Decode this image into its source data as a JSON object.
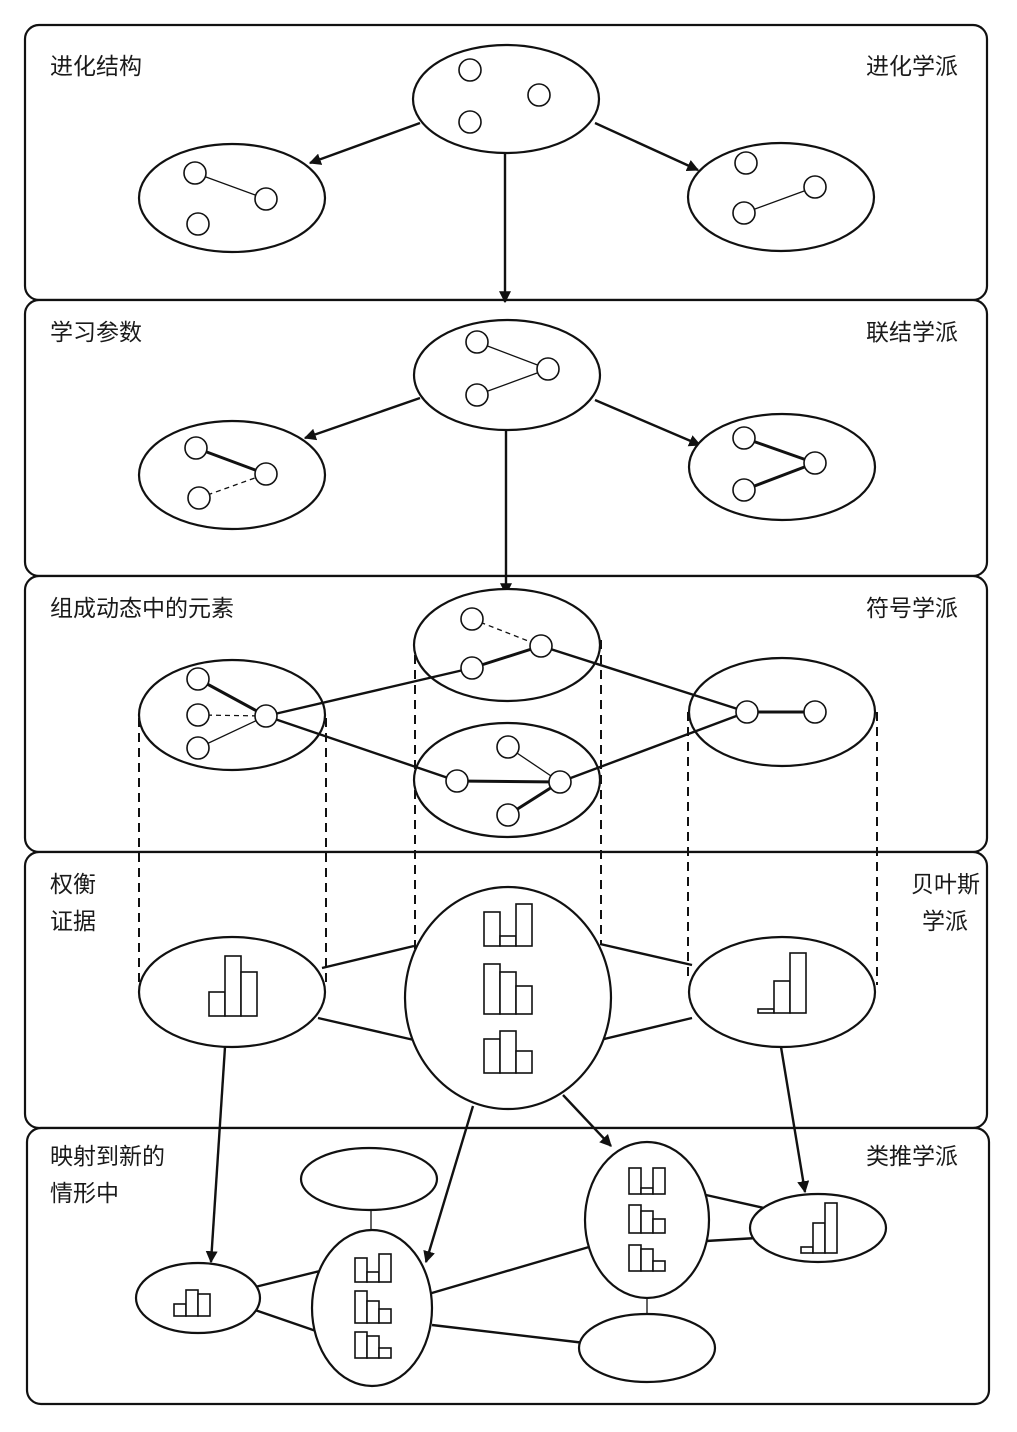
{
  "panels": [
    {
      "left_label": [
        "进化结构"
      ],
      "right_label": [
        "进化学派"
      ]
    },
    {
      "left_label": [
        "学习参数"
      ],
      "right_label": [
        "联结学派"
      ]
    },
    {
      "left_label": [
        "组成动态中的元素"
      ],
      "right_label": [
        "符号学派"
      ]
    },
    {
      "left_label": [
        "权衡",
        "证据"
      ],
      "right_label": [
        "贝叶斯",
        "学派"
      ]
    },
    {
      "left_label": [
        "映射到新的",
        "情形中"
      ],
      "right_label": [
        "类推学派"
      ]
    }
  ],
  "colors": {
    "ink": "#111111",
    "background": "#ffffff"
  }
}
